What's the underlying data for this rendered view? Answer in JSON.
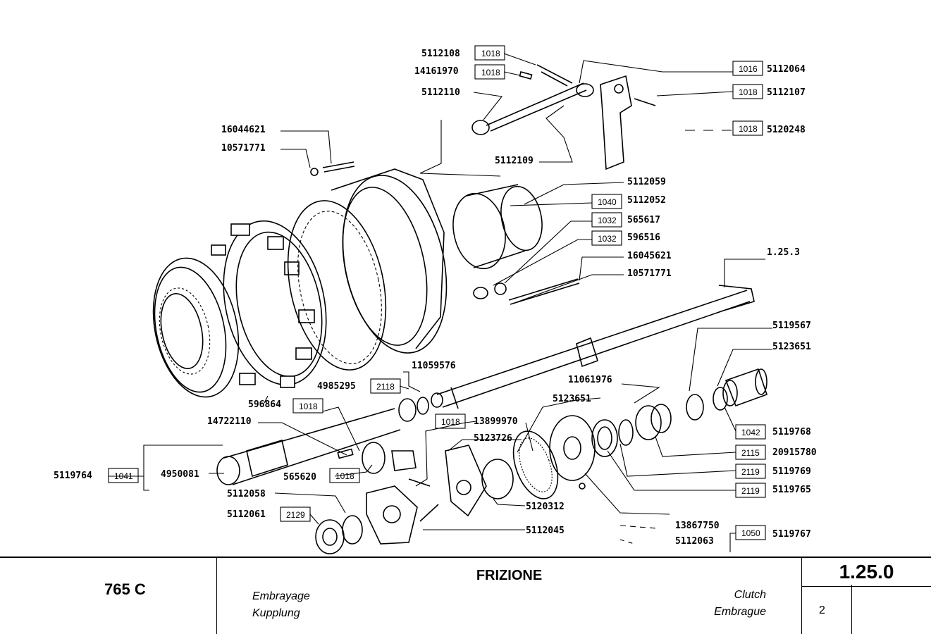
{
  "callouts": [
    {
      "id": "c1",
      "part_no": "5112108",
      "box": "1018"
    },
    {
      "id": "c2",
      "part_no": "14161970",
      "box": "1018"
    },
    {
      "id": "c3",
      "part_no": "5112110",
      "box": ""
    },
    {
      "id": "c4",
      "part_no": "5112064",
      "box": "1016"
    },
    {
      "id": "c5",
      "part_no": "5112107",
      "box": "1018"
    },
    {
      "id": "c6",
      "part_no": "5120248",
      "box": "1018"
    },
    {
      "id": "c7",
      "part_no": "16044621",
      "box": ""
    },
    {
      "id": "c8",
      "part_no": "10571771",
      "box": ""
    },
    {
      "id": "c9",
      "part_no": "5112109",
      "box": ""
    },
    {
      "id": "c10",
      "part_no": "5112059",
      "box": ""
    },
    {
      "id": "c11",
      "part_no": "5112052",
      "box": "1040"
    },
    {
      "id": "c12",
      "part_no": "565617",
      "box": "1032"
    },
    {
      "id": "c13",
      "part_no": "596516",
      "box": "1032"
    },
    {
      "id": "c14",
      "part_no": "16045621",
      "box": ""
    },
    {
      "id": "c15",
      "part_no": "10571771",
      "box": ""
    },
    {
      "id": "c16",
      "part_no": "1.25.3",
      "box": ""
    },
    {
      "id": "c17",
      "part_no": "5119567",
      "box": ""
    },
    {
      "id": "c18",
      "part_no": "5123651",
      "box": ""
    },
    {
      "id": "c19",
      "part_no": "11059576",
      "box": ""
    },
    {
      "id": "c20",
      "part_no": "11061976",
      "box": ""
    },
    {
      "id": "c21",
      "part_no": "4985295",
      "box": "2118"
    },
    {
      "id": "c22",
      "part_no": "5123651",
      "box": ""
    },
    {
      "id": "c23",
      "part_no": "596864",
      "box": "1018"
    },
    {
      "id": "c24",
      "part_no": "13899970",
      "box": "1018"
    },
    {
      "id": "c25",
      "part_no": "14722110",
      "box": ""
    },
    {
      "id": "c26",
      "part_no": "5123726",
      "box": ""
    },
    {
      "id": "c27",
      "part_no": "5119768",
      "box": "1042"
    },
    {
      "id": "c28",
      "part_no": "20915780",
      "box": "2115"
    },
    {
      "id": "c29",
      "part_no": "5119769",
      "box": "2119"
    },
    {
      "id": "c30",
      "part_no": "5119765",
      "box": "2119"
    },
    {
      "id": "c31",
      "part_no": "5119764",
      "box": "1041"
    },
    {
      "id": "c32",
      "part_no": "4950081",
      "box": ""
    },
    {
      "id": "c33",
      "part_no": "565620",
      "box": "1018"
    },
    {
      "id": "c34",
      "part_no": "5112058",
      "box": ""
    },
    {
      "id": "c35",
      "part_no": "5120312",
      "box": ""
    },
    {
      "id": "c36",
      "part_no": "5112061",
      "box": "2129"
    },
    {
      "id": "c37",
      "part_no": "5112045",
      "box": ""
    },
    {
      "id": "c38",
      "part_no": "13867750",
      "box": ""
    },
    {
      "id": "c39",
      "part_no": "5112063",
      "box": ""
    },
    {
      "id": "c40",
      "part_no": "5119767",
      "box": "1050"
    }
  ],
  "title_block": {
    "model": "765 C",
    "title": "FRIZIONE",
    "fr": "Embrayage",
    "de": "Kupplung",
    "en": "Clutch",
    "es": "Embrague",
    "ref": "1.25.0",
    "page": "2"
  }
}
